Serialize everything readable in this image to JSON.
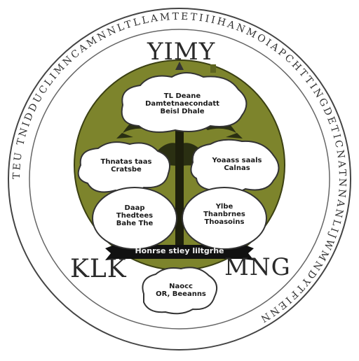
{
  "title": "YIMY",
  "ring_text": "TEU TNIDDUCLIMNCAMNNLTLLAMTETIIIHANMOIAPCHTTINGDETICNATNNANLIJWMNDYTFIENN",
  "corner_left": "KLK",
  "corner_right": "MNG",
  "banner": "Honrse stiey liltgrhe",
  "nodes": {
    "top": "TL Deane\nDamtetnaecondatt\nBeisl Dhale",
    "left_upper": "Thnatas taas\nCratsbe",
    "right_upper": "Yoaass saals\nCalnas",
    "left_lower": "Daap\nThedtees\nBahe The",
    "right_lower": "Ylbe\nThanbrnes\nThoasoins",
    "bottom": "Naocc\nOR, Beeanns"
  },
  "colors": {
    "olive": "#7d842c",
    "olive_dark": "#5d6420",
    "tree_dark": "#2a2f12",
    "ink": "#222222",
    "cloud": "#ffffff"
  }
}
